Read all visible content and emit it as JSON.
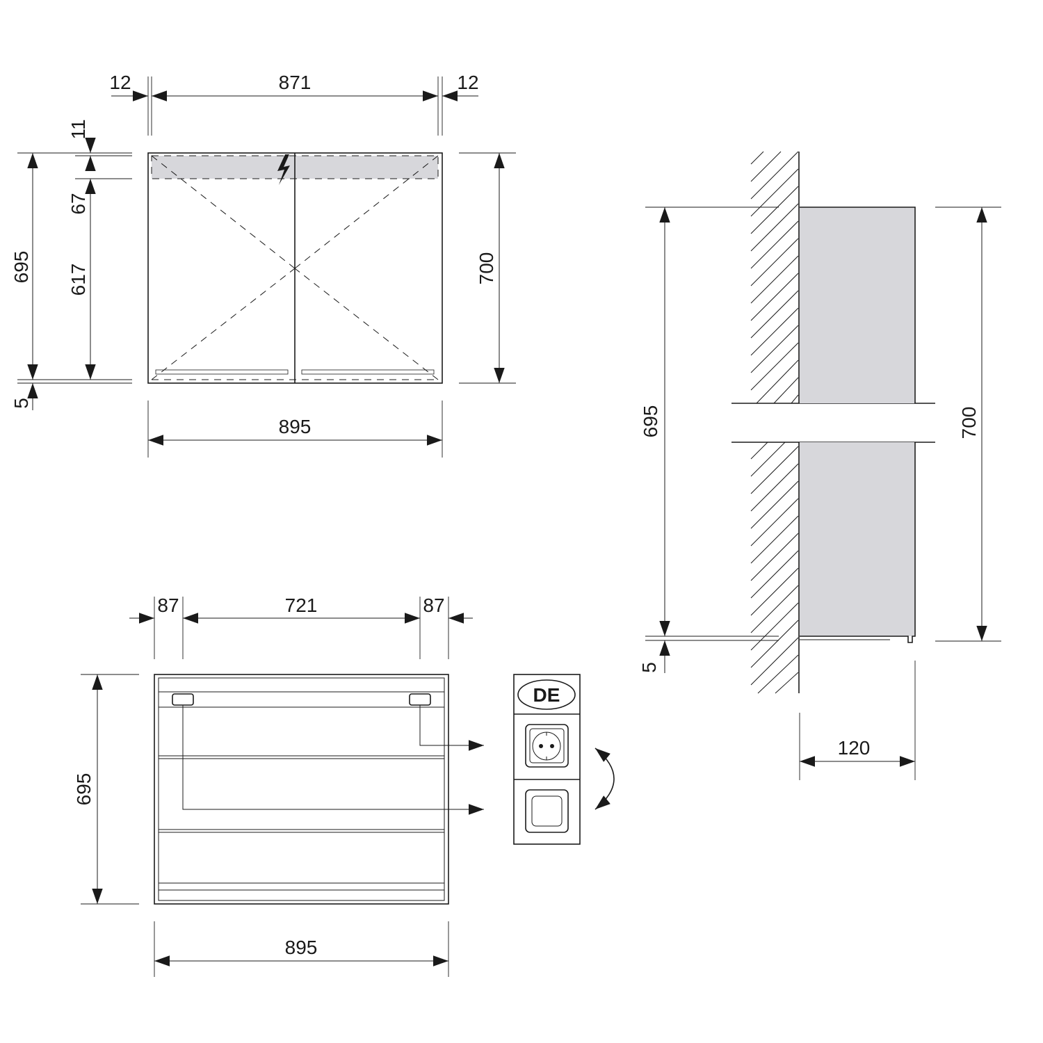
{
  "front_view": {
    "dims": {
      "left_frame": "12",
      "inner_width": "871",
      "right_frame": "12",
      "top_gap": "11",
      "light_strip": "67",
      "door_height": "617",
      "cabinet_height": "695",
      "bottom_gap": "5",
      "total_height": "700",
      "total_width": "895"
    }
  },
  "inner_view": {
    "dims": {
      "left_offset": "87",
      "socket_spacing": "721",
      "right_offset": "87",
      "height": "695",
      "width": "895"
    },
    "socket_panel": {
      "country_label": "DE"
    }
  },
  "side_view": {
    "dims": {
      "cabinet_height": "695",
      "bottom_gap": "5",
      "total_height": "700",
      "depth": "120"
    }
  },
  "colors": {
    "line": "#1a1a1a",
    "shade": "#d7d7db",
    "background": "#ffffff"
  }
}
